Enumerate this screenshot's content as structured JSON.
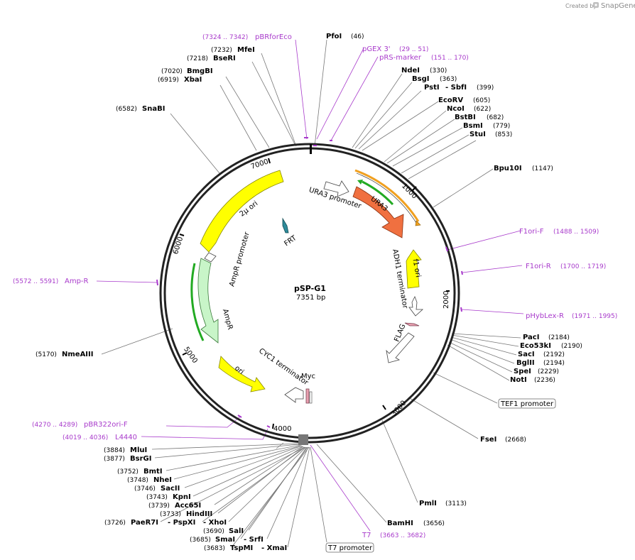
{
  "credit": {
    "text": "Created by",
    "brand": "SnapGene"
  },
  "plasmid": {
    "name": "pSP-G1",
    "length": 7351,
    "length_label": "7351 bp"
  },
  "ticks": [
    1000,
    2000,
    3000,
    4000,
    5000,
    6000,
    7000
  ],
  "enzymes": [
    {
      "name": "PfoI",
      "pos": "(46)"
    },
    {
      "name": "MfeI",
      "pos": "(7232)"
    },
    {
      "name": "BseRI",
      "pos": "(7218)"
    },
    {
      "name": "BmgBI",
      "pos": "(7020)"
    },
    {
      "name": "XbaI",
      "pos": "(6919)"
    },
    {
      "name": "SnaBI",
      "pos": "(6582)"
    },
    {
      "name": "NdeI",
      "pos": "(330)"
    },
    {
      "name": "BsgI",
      "pos": "(363)"
    },
    {
      "name": "PstI",
      "pos": ""
    },
    {
      "name": "- SbfI",
      "pos": "(399)"
    },
    {
      "name": "EcoRV",
      "pos": "(605)"
    },
    {
      "name": "NcoI",
      "pos": "(622)"
    },
    {
      "name": "BstBI",
      "pos": "(682)"
    },
    {
      "name": "BsmI",
      "pos": "(779)"
    },
    {
      "name": "StuI",
      "pos": "(853)"
    },
    {
      "name": "Bpu10I",
      "pos": "(1147)"
    },
    {
      "name": "PacI",
      "pos": "(2184)"
    },
    {
      "name": "Eco53kI",
      "pos": "(2190)"
    },
    {
      "name": "SacI",
      "pos": "(2192)"
    },
    {
      "name": "BglII",
      "pos": "(2194)"
    },
    {
      "name": "SpeI",
      "pos": "(2229)"
    },
    {
      "name": "NotI",
      "pos": "(2236)"
    },
    {
      "name": "FseI",
      "pos": "(2668)"
    },
    {
      "name": "PmlI",
      "pos": "(3113)"
    },
    {
      "name": "BamHI",
      "pos": "(3656)"
    },
    {
      "name": "NmeAIII",
      "pos": "(5170)"
    },
    {
      "name": "MluI",
      "pos": "(3884)"
    },
    {
      "name": "BsrGI",
      "pos": "(3877)"
    },
    {
      "name": "BmtI",
      "pos": "(3752)"
    },
    {
      "name": "NheI",
      "pos": "(3748)"
    },
    {
      "name": "SacII",
      "pos": "(3746)"
    },
    {
      "name": "KpnI",
      "pos": "(3743)"
    },
    {
      "name": "Acc65I",
      "pos": "(3739)"
    },
    {
      "name": "HindIII",
      "pos": "(3733)"
    },
    {
      "name": "PaeR7I",
      "pos": "(3726)"
    },
    {
      "name": "- PspXI",
      "pos": ""
    },
    {
      "name": "- XhoI",
      "pos": ""
    },
    {
      "name": "SalI",
      "pos": "(3690)"
    },
    {
      "name": "SmaI",
      "pos": "(3685)"
    },
    {
      "name": "- SrfI",
      "pos": ""
    },
    {
      "name": "TspMI",
      "pos": "(3683)"
    },
    {
      "name": "- XmaI",
      "pos": ""
    }
  ],
  "primers": [
    {
      "name": "pBRforEco",
      "pos": "(7324 .. 7342)"
    },
    {
      "name": "pGEX 3'",
      "pos": "(29 .. 51)"
    },
    {
      "name": "pRS-marker",
      "pos": "(151 .. 170)"
    },
    {
      "name": "F1ori-F",
      "pos": "(1488 .. 1509)"
    },
    {
      "name": "F1ori-R",
      "pos": "(1700 .. 1719)"
    },
    {
      "name": "pHybLex-R",
      "pos": "(1971 .. 1995)"
    },
    {
      "name": "Amp-R",
      "pos": "(5572 .. 5591)"
    },
    {
      "name": "pBR322ori-F",
      "pos": "(4270 .. 4289)"
    },
    {
      "name": "L4440",
      "pos": "(4019 .. 4036)"
    },
    {
      "name": "T7",
      "pos": "(3663 .. 3682)"
    }
  ],
  "features": {
    "two_mu_ori": "2μ ori",
    "ura3": "URA3",
    "ura3_promoter": "URA3 promoter",
    "adh1_terminator": "ADH1 terminator",
    "f1_ori": "f1 ori",
    "flag": "FLAG",
    "frt": "FRT",
    "ampr_promoter": "AmpR promoter",
    "ampr": "AmpR",
    "ori": "ori",
    "cyc1_terminator": "CYC1 terminator",
    "myc": "Myc",
    "tef1_promoter": "TEF1 promoter",
    "t7_promoter": "T7 promoter"
  },
  "colors": {
    "backbone": "#222222",
    "primer": "#a83acb",
    "ori_yellow": "#ffff00",
    "ura3_orange": "#f07040",
    "ampr_green": "#c8f5c8",
    "orf_green": "#22aa22",
    "orf_orange": "#f0a020",
    "frt_teal": "#2e8b9a",
    "tag_pink": "#e8a0b0"
  }
}
